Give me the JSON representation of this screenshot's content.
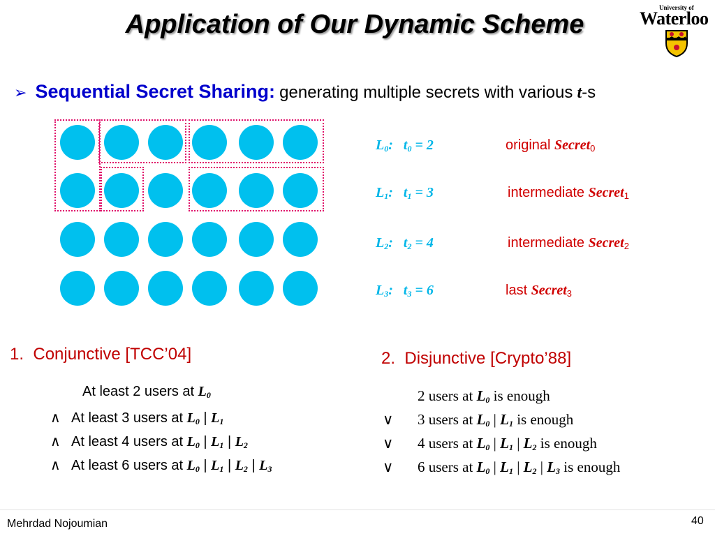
{
  "slide": {
    "title": "Application of Our Dynamic Scheme",
    "logo": {
      "small_text": "University of",
      "main_text": "Waterloo"
    },
    "bullet": {
      "heading": "Sequential Secret Sharing:",
      "text_before": "generating multiple secrets with various",
      "t_symbol": "t",
      "text_after": "-s"
    },
    "levels": [
      {
        "L": "L",
        "idx": "0",
        "t": "t",
        "eq": " = 2",
        "prefix": "original ",
        "secret": "Secret",
        "sidx": "0"
      },
      {
        "L": "L",
        "idx": "1",
        "t": "t",
        "eq": " = 3",
        "prefix": "intermediate ",
        "secret": "Secret",
        "sidx": "1"
      },
      {
        "L": "L",
        "idx": "2",
        "t": "t",
        "eq": " = 4",
        "prefix": "intermediate ",
        "secret": "Secret",
        "sidx": "2"
      },
      {
        "L": "L",
        "idx": "3",
        "t": "t",
        "eq": " = 6",
        "prefix": "last ",
        "secret": "Secret",
        "sidx": "3"
      }
    ],
    "conjunctive": {
      "number": "1.",
      "title": "Conjunctive [TCC’04]",
      "op": "∧",
      "lines": [
        {
          "text": "At least 2 users at "
        },
        {
          "text": "At least 3 users at "
        },
        {
          "text": "At least 4 users at "
        },
        {
          "text": "At least 6 users at "
        }
      ]
    },
    "disjunctive": {
      "number": "2.",
      "title": "Disjunctive [Crypto’88]",
      "op": "∨",
      "suffix": " is enough",
      "lines": [
        {
          "text": "2 users at "
        },
        {
          "text": "3 users at "
        },
        {
          "text": "4 users at "
        },
        {
          "text": "6 users at "
        }
      ]
    },
    "level_letter": "L",
    "separator": " | ",
    "footer": {
      "author": "Mehrdad Nojoumian",
      "page": "40"
    }
  }
}
